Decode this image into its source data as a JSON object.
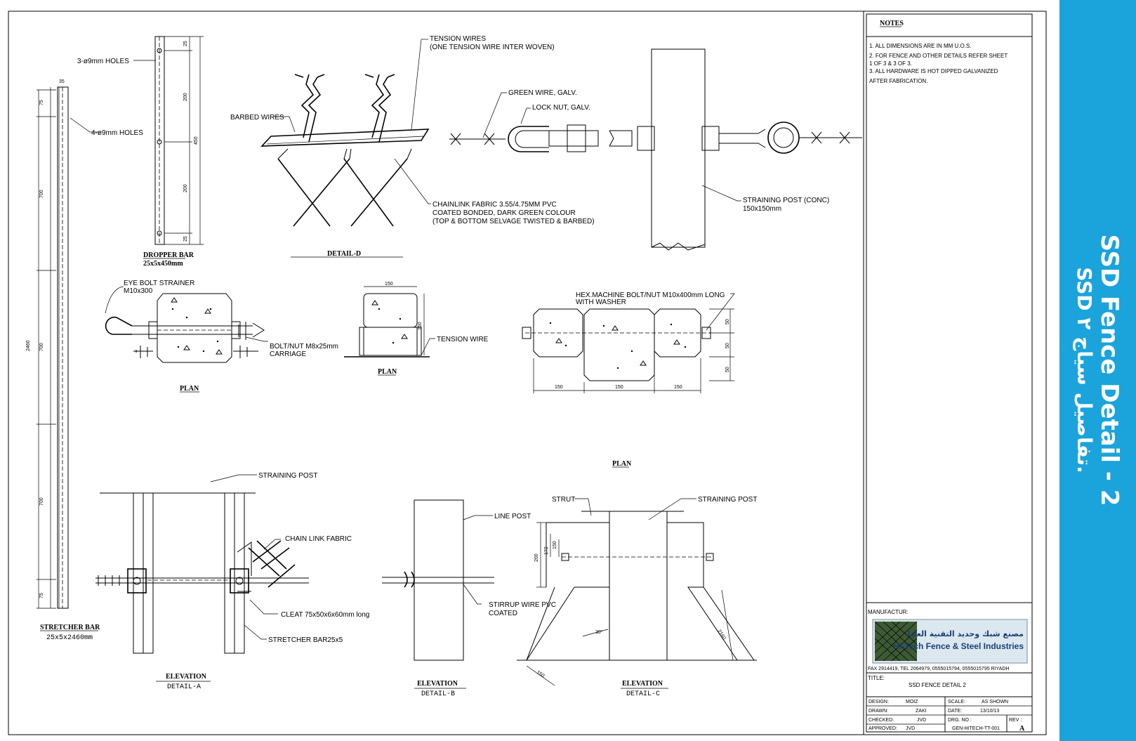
{
  "notes": {
    "heading": "NOTES",
    "items": [
      "1.  ALL DIMENSIONS ARE IN MM U.O.S.",
      "2.  FOR FENCE AND OTHER DETAILS REFER SHEET",
      "1 OF 3 & 3 OF 3.",
      "3.  ALL HARDWARE IS HOT DIPPED GALVANIZED",
      "AFTER FABRICATION."
    ]
  },
  "stretcher_bar": {
    "title": "STRETCHER BAR",
    "subtitle": "25x5x2460mm",
    "holes_label": "4-ø9mm HOLES",
    "dims": [
      "75",
      "2460",
      "700",
      "700",
      "700",
      "75",
      "35"
    ]
  },
  "dropper_bar": {
    "title": "DROPPER BAR",
    "subtitle": "25x5x450mm",
    "holes_label": "3-ø9mm HOLES",
    "dims": [
      "25",
      "200",
      "450",
      "200",
      "25"
    ]
  },
  "detail_d": {
    "title": "DETAIL-D",
    "tension_wires": "TENSION WIRES",
    "tension_wires_sub": "(ONE TENSION WIRE INTER WOVEN)",
    "barbed_wires": "BARBED WIRES",
    "fabric_1": "CHAINLINK FABRIC 3.55/4.75MM PVC",
    "fabric_2": "COATED BONDED, DARK GREEN COLOUR",
    "fabric_3": "(TOP & BOTTOM SELVAGE TWISTED & BARBED)"
  },
  "top_assembly": {
    "green_wire": "GREEN WIRE, GALV.",
    "lock_nut": "LOCK NUT, GALV.",
    "straining_post": "STRAINING POST (CONC)",
    "straining_post_size": "150x150mm"
  },
  "plan_1": {
    "title": "PLAN",
    "eye_bolt": "EYE BOLT STRAINER",
    "eye_bolt_size": "M10x300",
    "bolt_nut": "BOLT/NUT M8x25mm",
    "carriage": "CARRIAGE"
  },
  "plan_2": {
    "title": "PLAN",
    "tension_wire": "TENSION WIRE",
    "dims": [
      "150",
      "150"
    ]
  },
  "plan_3": {
    "title": "PLAN",
    "hex_bolt": "HEX.MACHINE BOLT/NUT M10x400mm LONG",
    "washer": "WITH WASHER",
    "dims": [
      "150",
      "150",
      "150",
      "50",
      "50",
      "50"
    ]
  },
  "detail_a": {
    "title": "ELEVATION",
    "subtitle": "DETAIL-A",
    "straining_post": "STRAINING POST",
    "chain_link": "CHAIN LINK FABRIC",
    "cleat": "CLEAT 75x50x6x60mm long",
    "stretcher": "STRETCHER BAR25x5"
  },
  "detail_b": {
    "title": "ELEVATION",
    "subtitle": "DETAIL-B",
    "line_post": "LINE POST",
    "stirrup_1": "STIRRUP WIRE PVC",
    "stirrup_2": "COATED"
  },
  "detail_c": {
    "title": "ELEVATION",
    "subtitle": "DETAIL-C",
    "strut": "STRUT",
    "straining_post": "STRAINING POST",
    "dims": [
      "200",
      "172",
      "150",
      "30°",
      "2160",
      "150"
    ]
  },
  "title_block": {
    "manufacturer_label": "MANUFACTUR:",
    "company_ar": "مصنع شبك وحديد التقنية العليا",
    "company_en": "Hi-Tech Fence & Steel Industries",
    "contact": "FAX 2914419, TEL 2064979,  0555015794, 0555015795 RIYADH",
    "title_label": "TITLE:",
    "title_value": "SSD FENCE DETAIL 2",
    "design_label": "DESIGN:",
    "design_value": "MOIZ",
    "drawn_label": "DRAWN:",
    "drawn_value": "ZAKI",
    "checked_label": "CHECKED:",
    "checked_value": "JVD",
    "approved_label": "APPROVED:",
    "approved_value": "JVD",
    "scale_label": "SCALE:",
    "scale_value": "AS SHOWN",
    "date_label": "DATE:",
    "date_value": "13/10/13",
    "drg_label": "DRG. NO :",
    "drg_value": "GEN-HITECH-TT-001",
    "rev_label": "REV :",
    "rev_value": "A"
  },
  "banner": {
    "title": "SSD Fence Detail - 2",
    "subtitle": "SSD تفاصيل سياج ٢.",
    "bg_color": "#1ba3dc"
  }
}
